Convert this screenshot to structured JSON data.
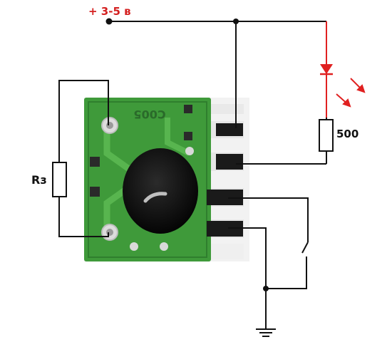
{
  "labels": {
    "supply": "+ 3-5 в",
    "resistor_rz": "Rз",
    "resistor_led": "500",
    "chip_marking": "C005"
  },
  "colors": {
    "wire": "#111111",
    "supply_label": "#d42020",
    "led": "#e02020",
    "pcb": "#3f9a3a",
    "pcb_dark": "#2f7f2e",
    "blob": "#0b0b0b",
    "pads": "#d9d9d9"
  }
}
